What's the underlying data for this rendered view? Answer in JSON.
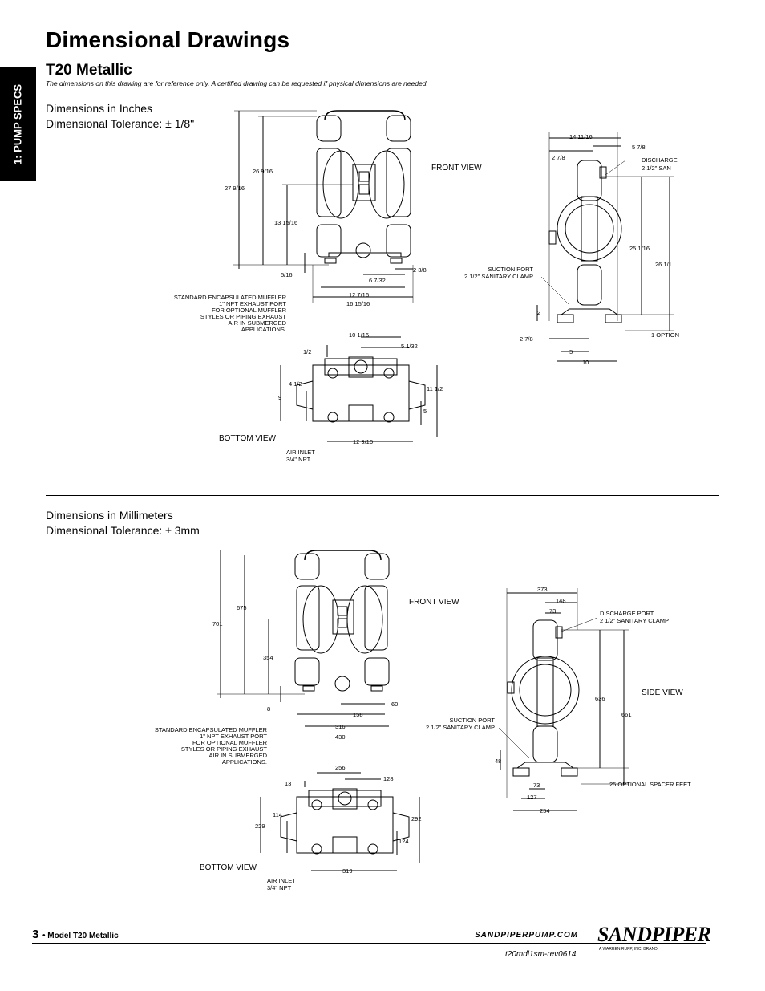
{
  "header": {
    "title": "Dimensional Drawings",
    "subtitle": "T20 Metallic",
    "note": "The dimensions on this drawing are for reference only.  A certified drawing can be requested if physical dimensions are needed.",
    "side_tab": "1: PUMP SPECS"
  },
  "inches": {
    "units": "Dimensions in Inches",
    "tolerance": "Dimensional Tolerance: ± 1/8\"",
    "front": {
      "view_label": "FRONT VIEW",
      "dims": [
        "27 9/16",
        "26 9/16",
        "13 15/16",
        "5/16",
        "6 7/32",
        "2 3/8",
        "12 7/16",
        "16 15/16"
      ],
      "muffler_note": [
        "STANDARD ENCAPSULATED MUFFLER",
        "1\" NPT EXHAUST PORT",
        "FOR OPTIONAL MUFFLER",
        "STYLES OR PIPING EXHAUST",
        "AIR IN SUBMERGED",
        "APPLICATIONS."
      ]
    },
    "side": {
      "dims_top": [
        "14 11/16",
        "2 7/8",
        "5 7/8"
      ],
      "discharge": [
        "DISCHARGE",
        "2 1/2\" SAN"
      ],
      "suction": [
        "SUCTION PORT",
        "2 1/2\" SANITARY CLAMP"
      ],
      "dims_right": [
        "25 1/16",
        "26 1/1",
        "1 OPTION"
      ],
      "dims_bottom": [
        "2",
        "2 7/8",
        "5",
        "10"
      ]
    },
    "bottom": {
      "view_label": "BOTTOM VIEW",
      "dims": [
        "10 1/16",
        "5 1/32",
        "1/2",
        "4 1/2",
        "9",
        "11 1/2",
        "5",
        "12 9/16"
      ],
      "air_inlet": [
        "AIR INLET",
        "3/4\" NPT"
      ]
    }
  },
  "mm": {
    "units": "Dimensions in Millimeters",
    "tolerance": "Dimensional Tolerance: ± 3mm",
    "front": {
      "view_label": "FRONT VIEW",
      "dims": [
        "701",
        "675",
        "354",
        "8",
        "158",
        "60",
        "316",
        "430"
      ],
      "muffler_note": [
        "STANDARD ENCAPSULATED MUFFLER",
        "1\" NPT EXHAUST PORT",
        "FOR OPTIONAL MUFFLER",
        "STYLES OR PIPING EXHAUST",
        "AIR IN SUBMERGED",
        "APPLICATIONS."
      ]
    },
    "side": {
      "view_label": "SIDE VIEW",
      "dims_top": [
        "373",
        "148",
        "73"
      ],
      "discharge": [
        "DISCHARGE PORT",
        "2 1/2\" SANITARY CLAMP"
      ],
      "suction": [
        "SUCTION PORT",
        "2 1/2\" SANITARY CLAMP"
      ],
      "dims_right": [
        "636",
        "661",
        "25 OPTIONAL SPACER FEET"
      ],
      "dims_bottom": [
        "48",
        "73",
        "127",
        "254"
      ]
    },
    "bottom": {
      "view_label": "BOTTOM VIEW",
      "dims": [
        "256",
        "128",
        "13",
        "114",
        "229",
        "292",
        "124",
        "319"
      ],
      "air_inlet": [
        "AIR INLET",
        "3/4\" NPT"
      ]
    }
  },
  "footer": {
    "page_number": "3",
    "model": "• Model T20 Metallic",
    "website": "SANDPIPERPUMP.COM",
    "revision": "t20mdl1sm-rev0614",
    "brand": "SANDPIPER",
    "brand_tagline": "A WARREN RUPP, INC. BRAND"
  }
}
